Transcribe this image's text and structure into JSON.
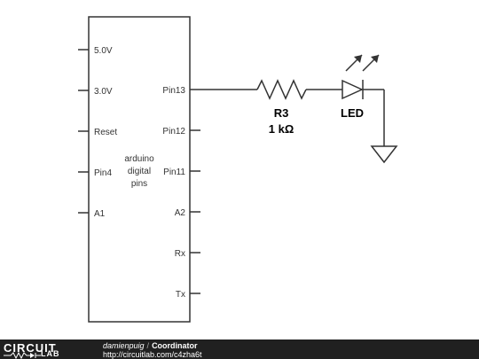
{
  "schematic": {
    "chip": {
      "label_lines": [
        "arduino",
        "digital",
        "pins"
      ],
      "left_pins": [
        "5.0V",
        "3.0V",
        "Reset",
        "Pin4",
        "A1"
      ],
      "right_pins": [
        "Pin13",
        "Pin12",
        "Pin11",
        "A2",
        "Rx",
        "Tx"
      ]
    },
    "resistor": {
      "ref": "R3",
      "value": "1 kΩ"
    },
    "led": {
      "ref": "LED"
    }
  },
  "footer": {
    "brand_top": "CIRCUIT",
    "brand_bottom": "LAB",
    "author": "damienpuig",
    "separator": "/",
    "project": "Coordinator",
    "url": "http://circuitlab.com/c4zha6t"
  },
  "colors": {
    "wire": "#333333",
    "footer_bg": "#202020",
    "footer_text": "#ffffff"
  }
}
